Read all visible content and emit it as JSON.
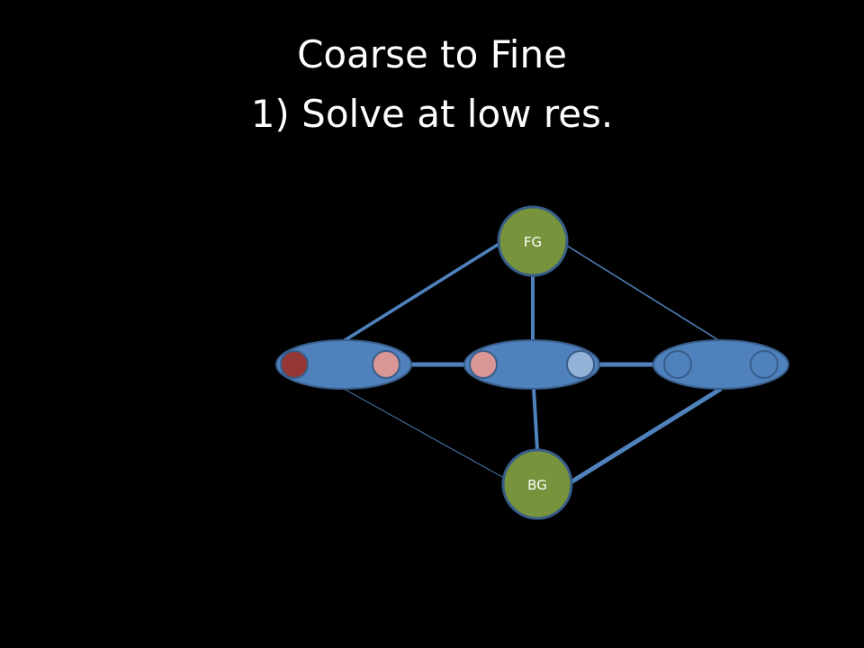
{
  "slide": {
    "title_line_1": "Coarse to Fine",
    "title_line_2": "1) Solve at low res."
  },
  "diagram": {
    "terminals": [
      {
        "id": "fg",
        "label": "FG"
      },
      {
        "id": "bg",
        "label": "BG"
      }
    ],
    "groups": [
      {
        "id": "group-left",
        "pixels": [
          "dark-red",
          "light-red"
        ]
      },
      {
        "id": "group-middle",
        "pixels": [
          "light-red",
          "light-blue"
        ]
      },
      {
        "id": "group-right",
        "pixels": [
          "blue",
          "blue"
        ]
      }
    ],
    "colors": {
      "background": "#000000",
      "text": "#ffffff",
      "terminal_fill": "#77933c",
      "group_fill": "#4f81bd",
      "edge": "#4f81bd",
      "outline": "#385d8a",
      "dark_red": "#953735",
      "light_red": "#d99694",
      "light_blue": "#95b3d7",
      "blue": "#4f81bd"
    }
  }
}
